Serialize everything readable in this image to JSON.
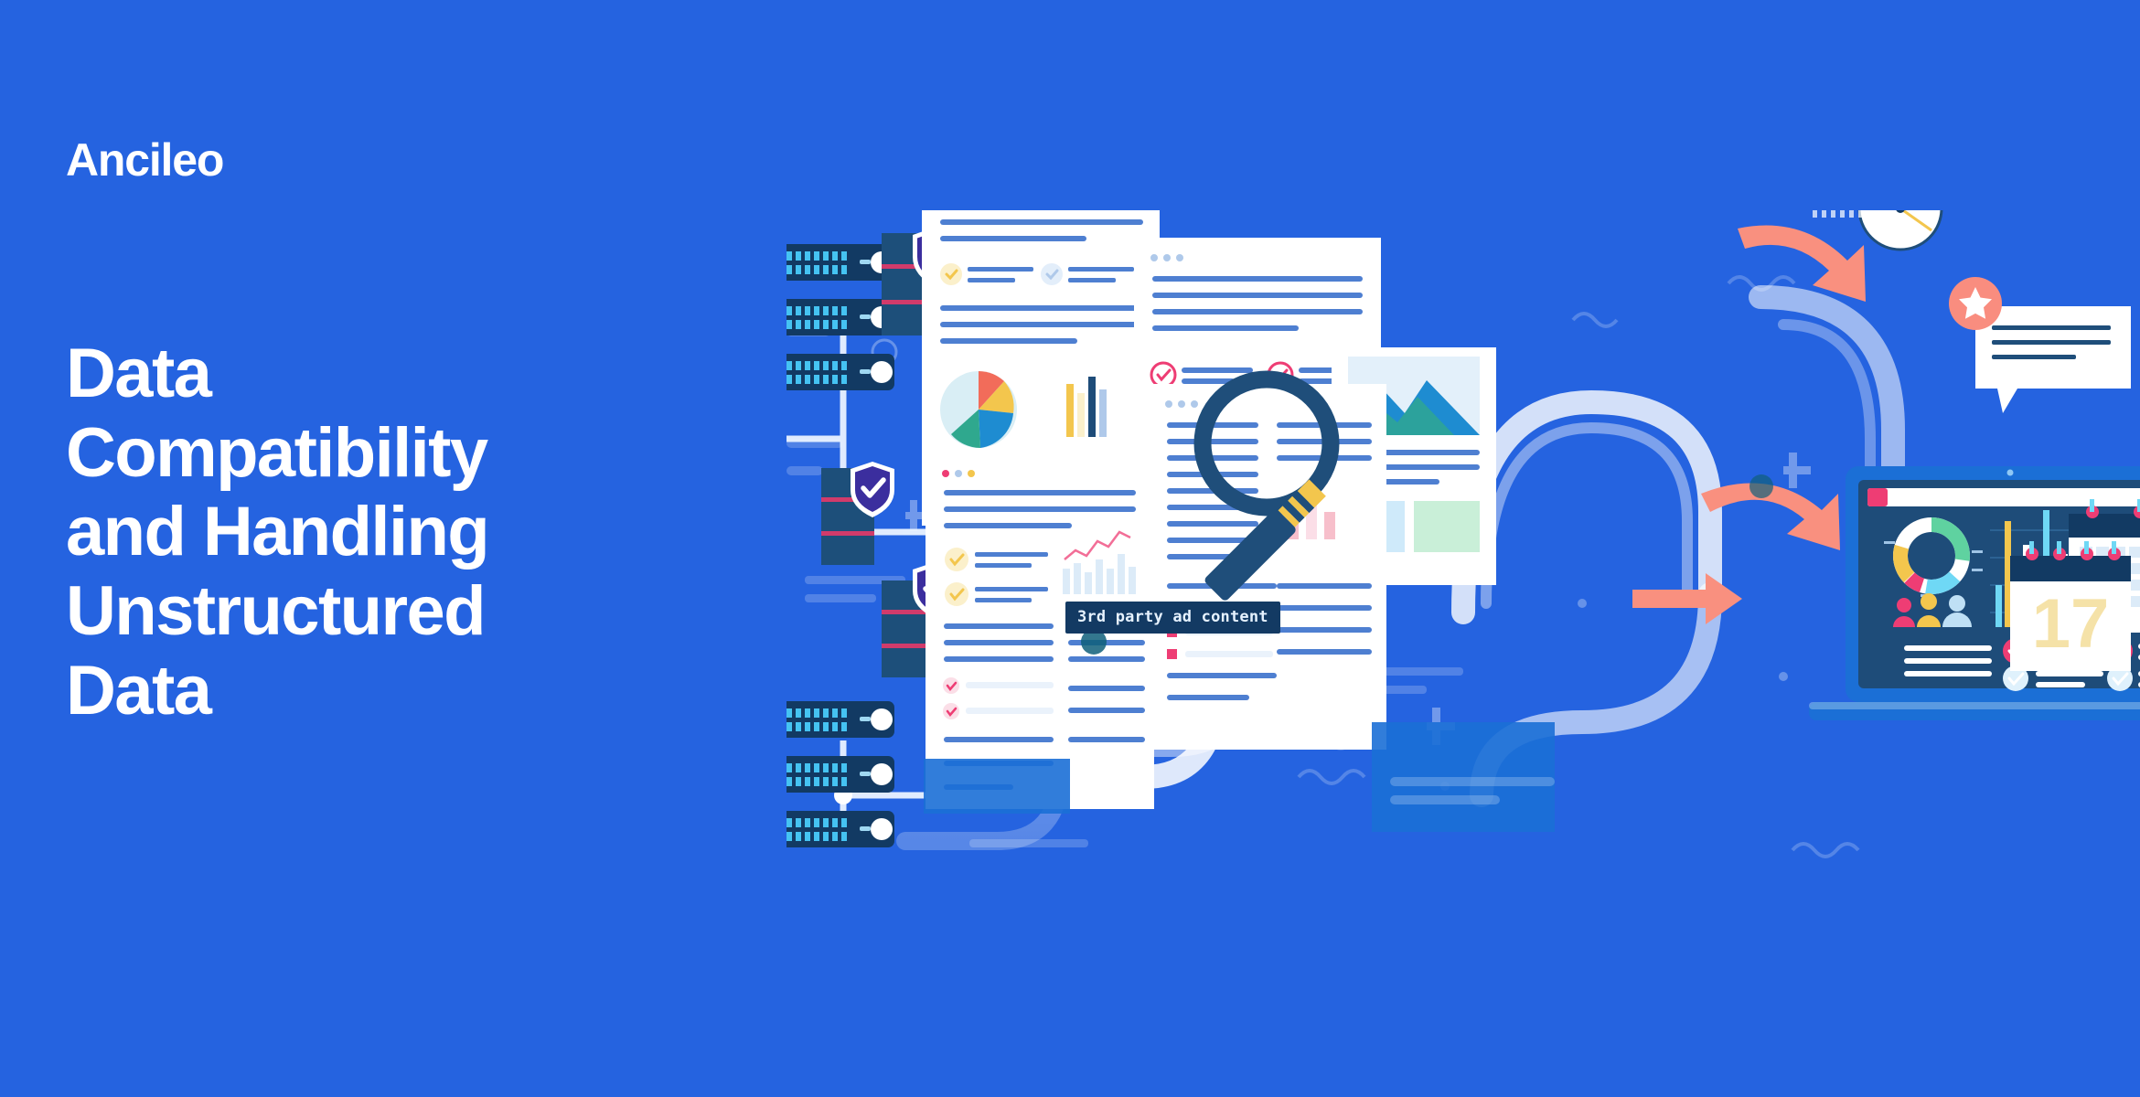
{
  "background_color": "#2563E0",
  "brand": {
    "logo_text": "Ancileo",
    "logo_color": "#FFFFFF"
  },
  "headline": {
    "color": "#FFFFFF",
    "lines": [
      "Data",
      "Compatibility",
      "and Handling",
      "Unstructured",
      "Data"
    ],
    "full_text": "Data Compatibility and Handling Unstructured Data"
  },
  "illustration": {
    "name": "data-pipeline-illustration",
    "description": "Data flows from server racks through secured databases and clouds into documents, analytics and a dashboard laptop",
    "labels": {
      "third_party_tag": "3rd party ad content",
      "calendar_day": "17"
    },
    "colors": {
      "background": "#2563E0",
      "server_dark": "#123A63",
      "server_grid": "#45C3F2",
      "pipe_white": "#EAF3FF",
      "arrow_salmon": "#F9907F",
      "shield_purple": "#3B2E9E",
      "document_white": "#FFFFFF",
      "doc_line_blue": "#4E7FD1",
      "accent_pink": "#EE3D74",
      "accent_yellow": "#F3C64D",
      "accent_green": "#5FD2A0",
      "accent_cyan": "#6FD8F5",
      "laptop_navy": "#1E4C79",
      "magnifier_navy": "#1F4E7A",
      "cloud_white": "#FFFFFF",
      "cloud_blue": "#1E8CD1",
      "tag_bg": "#133A63",
      "tag_text": "#E6F2FF"
    },
    "elements": [
      "server-rack-top-group",
      "server-rack-bottom-group",
      "database-stack-secure",
      "shield-check-badge",
      "cloud-white",
      "cloud-blue",
      "pipeline-curve",
      "arrow-right",
      "document-card",
      "pie-chart-doc",
      "bar-chart-doc",
      "magnifier",
      "laptop-dashboard",
      "donut-chart",
      "bar-chart-dashboard",
      "clock-gauge",
      "star-badge",
      "speech-bubble",
      "calendar"
    ]
  }
}
